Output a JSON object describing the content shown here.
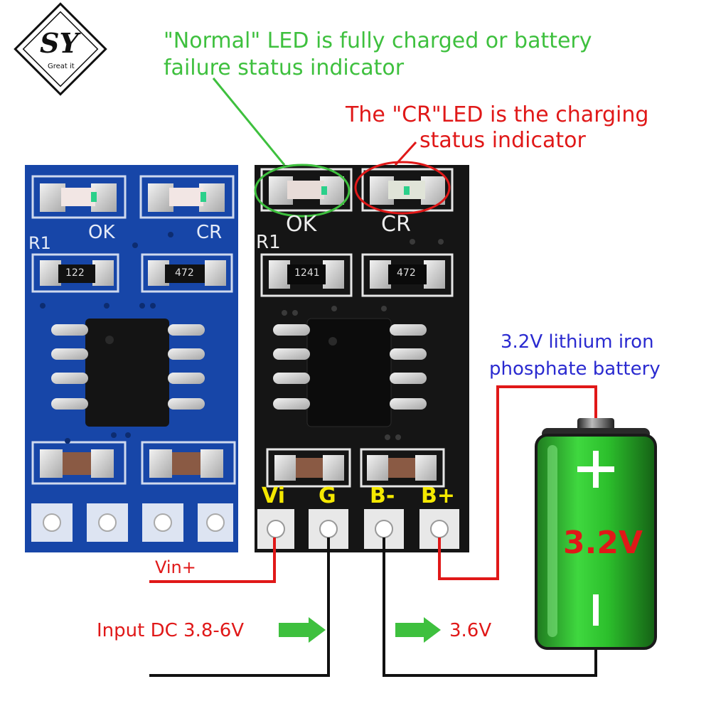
{
  "logo": {
    "letters": "SY",
    "tagline": "Great it"
  },
  "annotations": {
    "normal_led_line1": "\"Normal\" LED is fully charged or battery",
    "normal_led_line2": "failure status indicator",
    "cr_led_line1": "The \"CR\"LED is the charging",
    "cr_led_line2": "status indicator",
    "battery_line1": "3.2V lithium iron",
    "battery_line2": "phosphate battery",
    "vin_plus": "Vin+",
    "input_dc": "Input DC 3.8-6V",
    "output_voltage": "3.6V",
    "battery_voltage": "3.2V"
  },
  "board_blue": {
    "led_labels": [
      "OK",
      "CR"
    ],
    "resistor_label": "R1",
    "resistor_codes": [
      "122",
      "472"
    ]
  },
  "board_black": {
    "led_labels": [
      "OK",
      "CR"
    ],
    "resistor_label": "R1",
    "resistor_codes": [
      "1241",
      "472"
    ],
    "pin_labels": [
      "Vi",
      "G",
      "B-",
      "B+"
    ]
  },
  "colors": {
    "blue_board": "#1746a8",
    "black_board": "#151515",
    "annotation_green": "#3ec03e",
    "annotation_red": "#e01818",
    "annotation_blue": "#2a2ad0",
    "pin_label_yellow": "#f4e800",
    "battery_green": "#2ec42e"
  }
}
